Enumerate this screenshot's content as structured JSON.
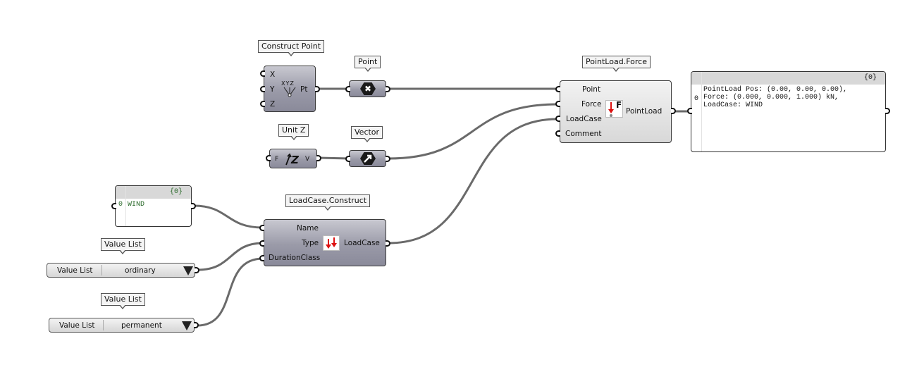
{
  "canvas": {
    "wire_color": "#6a6a6a",
    "accent_red": "#dd1111"
  },
  "components": {
    "construct_point": {
      "tooltip": "Construct Point",
      "inputs": [
        "X",
        "Y",
        "Z"
      ],
      "icon_text": "XYZ",
      "output": "Pt"
    },
    "point_param": {
      "tooltip": "Point",
      "icon": "point-cross-icon"
    },
    "unit_z": {
      "tooltip": "Unit Z",
      "input": "F",
      "icon_text": "Z",
      "output": "V"
    },
    "vector_param": {
      "tooltip": "Vector",
      "icon": "vector-arrow-icon"
    },
    "pointload_force": {
      "tooltip": "PointLoad.Force",
      "inputs": [
        "Point",
        "Force",
        "LoadCase",
        "Comment"
      ],
      "icon_text": "F",
      "output": "PointLoad"
    },
    "output_panel": {
      "header": "{0}",
      "index": "0",
      "lines": [
        "PointLoad Pos: (0.00, 0.00, 0.00),",
        "Force: (0.000, 0.000, 1.000) kN,",
        "LoadCase: WIND"
      ]
    },
    "name_panel": {
      "header": "{0}",
      "index": "0",
      "value": "WIND"
    },
    "loadcase_construct": {
      "tooltip": "LoadCase.Construct",
      "inputs": [
        "Name",
        "Type",
        "DurationClass"
      ],
      "output": "LoadCase"
    },
    "value_list_type": {
      "tooltip": "Value List",
      "label": "Value List",
      "selected": "ordinary"
    },
    "value_list_duration": {
      "tooltip": "Value List",
      "label": "Value List",
      "selected": "permanent"
    }
  }
}
